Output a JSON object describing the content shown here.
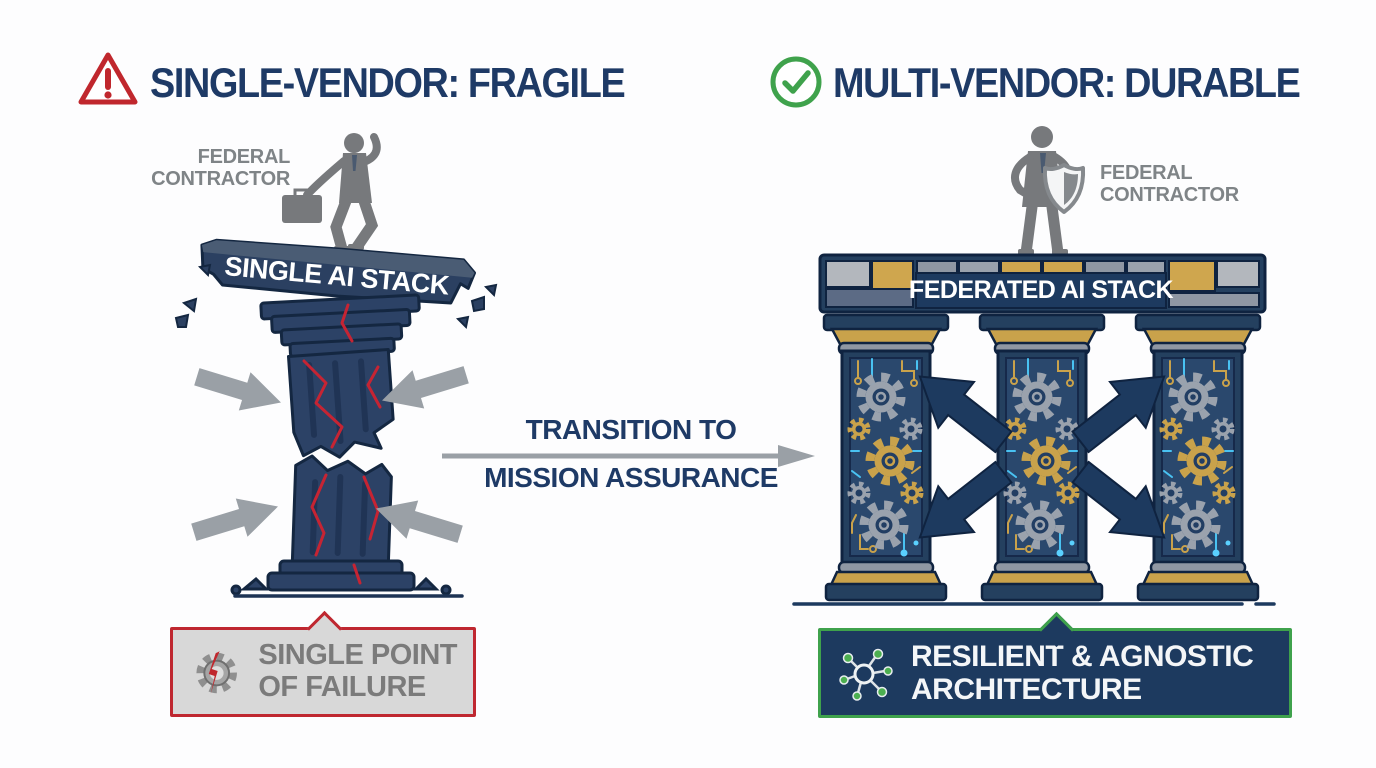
{
  "left_panel": {
    "title": "SINGLE-VENDOR: FRAGILE",
    "title_icon": "warning-triangle",
    "contractor": {
      "line1": "FEDERAL",
      "line2": "CONTRACTOR"
    },
    "stack_label": "SINGLE AI STACK",
    "failure_box": {
      "icon": "broken-gear",
      "line1": "SINGLE POINT",
      "line2": "OF FAILURE"
    }
  },
  "center": {
    "line1": "TRANSITION TO",
    "line2": "MISSION ASSURANCE",
    "arrow_icon": "right-arrow"
  },
  "right_panel": {
    "title": "MULTI-VENDOR: DURABLE",
    "title_icon": "check-circle",
    "contractor": {
      "line1": "FEDERAL",
      "line2": "CONTRACTOR"
    },
    "stack_label": "FEDERATED AI STACK",
    "resilient_box": {
      "icon": "network-hub",
      "line1": "RESILIENT & AGNOSTIC",
      "line2": "ARCHITECTURE"
    }
  },
  "colors": {
    "navy_text": "#1e3a66",
    "illustration_navy": "#24405f",
    "crack_red": "#c0272d",
    "success_green": "#3fa24c",
    "gold": "#c9a24b",
    "silver_gray": "#9aa2ad",
    "figure_gray": "#77797c",
    "label_gray": "#7f8487",
    "circuit_cyan": "#49c2f2"
  }
}
